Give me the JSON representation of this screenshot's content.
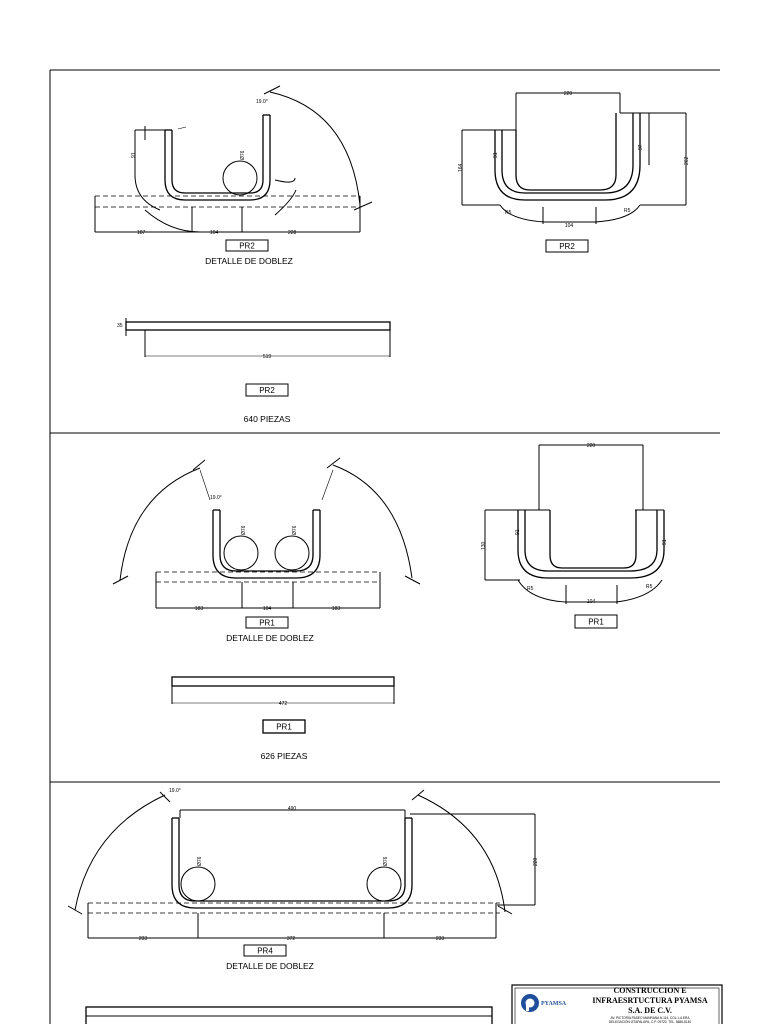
{
  "sections": {
    "pr2": {
      "bend_tag": "PR2",
      "bend_caption": "DETALLE DE DOBLEZ",
      "angle": "19.0°",
      "dia": "Ø76",
      "dims": {
        "left": "187",
        "mid": "104",
        "right": "228",
        "h_left": "91"
      },
      "profile": {
        "tag": "PR2",
        "top": "220",
        "h_left": "164",
        "h_in": "91",
        "h_right": "97",
        "h_right2": "262",
        "base": "104",
        "r_left": "R5",
        "r_right": "R5"
      },
      "straight": {
        "tag": "PR2",
        "end": "35",
        "len": "519"
      },
      "count": "640 PIEZAS"
    },
    "pr1": {
      "bend_tag": "PR1",
      "bend_caption": "DETALLE DE DOBLEZ",
      "angle": "19.0°",
      "dia1": "Ø76",
      "dia2": "Ø76",
      "dims": {
        "left": "183",
        "mid": "104",
        "right": "183"
      },
      "profile": {
        "tag": "PR1",
        "top": "220",
        "h_left": "130",
        "h_in": "91",
        "h_right": "91",
        "base": "104",
        "r_left": "R5",
        "r_right": "R5"
      },
      "straight": {
        "tag": "PR1",
        "len": "472"
      },
      "count": "626 PIEZAS"
    },
    "pr4": {
      "bend_tag": "PR4",
      "bend_caption": "DETALLE DE DOBLEZ",
      "angle": "19.0°",
      "top": "490",
      "right": "220",
      "dia1": "Ø76",
      "dia2": "Ø76",
      "dims": {
        "left": "233",
        "mid": "372",
        "right": "233"
      }
    }
  },
  "title_block": {
    "logo_text": "PYAMSA",
    "line1": "CONSTRUCCION E",
    "line2": "INFRAESRTUCTURA PYAMSA",
    "line3": "S.A. DE C.V.",
    "address1": "AV. PICTORÍA PASEO MANRANA N.114, COL. LA ERA",
    "address2": "DELEGACIÓN IZTAPALAPA, C.P. 09720, TEL. 5686-5140"
  },
  "colors": {
    "line": "#000000",
    "paper": "#ffffff",
    "logo": "#1f4e9a"
  }
}
